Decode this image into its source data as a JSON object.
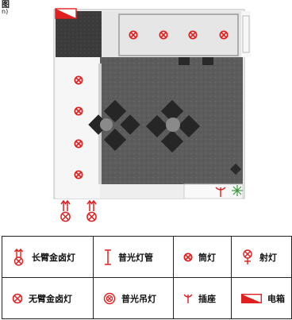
{
  "header_fragments": {
    "line1": "图",
    "line2": "n)"
  },
  "colors": {
    "lamp_red": "#e02020",
    "floor_gray": "#5a5a5a",
    "wall_light": "#f0f0f0",
    "dark_room": "#3a3a3a"
  },
  "plan_symbols": {
    "spotlights_top_row": 4,
    "spotlights_left_column": 4,
    "long_arm_lamps_bottom": 2,
    "panel_box": "panel-box-icon",
    "socket": "socket-icon",
    "plant": "plant-icon"
  },
  "legend": [
    {
      "icon": "long-arm-halogen-icon",
      "label": "长臂金卤灯"
    },
    {
      "icon": "fluorescent-tube-icon",
      "label": "普光灯管"
    },
    {
      "icon": "downlight-icon",
      "label": "筒灯"
    },
    {
      "icon": "spotlight-icon",
      "label": "射灯"
    },
    {
      "icon": "no-arm-halogen-icon",
      "label": "无臂金卤灯"
    },
    {
      "icon": "pendant-lamp-icon",
      "label": "普光吊灯"
    },
    {
      "icon": "socket-icon",
      "label": "插座"
    },
    {
      "icon": "panel-box-icon",
      "label": "电箱"
    }
  ]
}
